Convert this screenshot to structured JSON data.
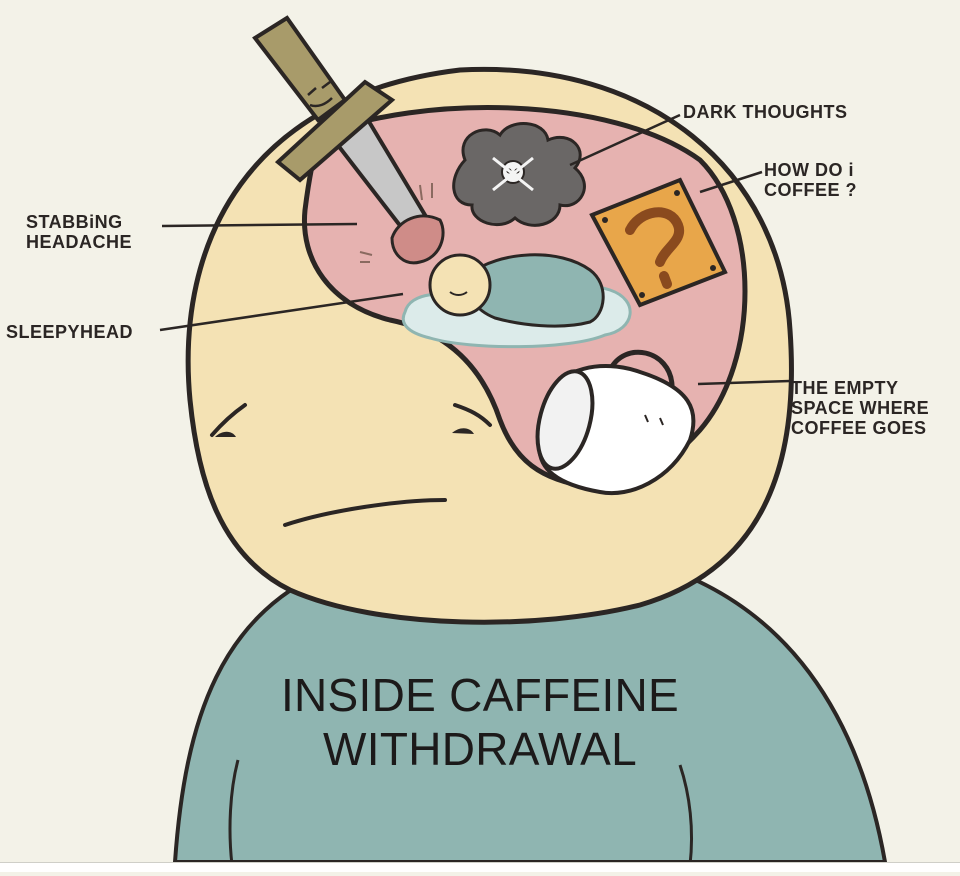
{
  "labels": {
    "dark_thoughts": "DARK THOUGHTS",
    "how_do_i_1": "HOW DO i",
    "how_do_i_2": "COFFEE ?",
    "stabbing_1": "STABBiNG",
    "stabbing_2": "HEADACHE",
    "sleepyhead": "SLEEPYHEAD",
    "empty_space_1": "THE EMPTY",
    "empty_space_2": "SPACE WHERE",
    "empty_space_3": "COFFEE GOES"
  },
  "caption": {
    "line1": "INSIDE CAFFEINE",
    "line2": "WITHDRAWAL"
  },
  "colors": {
    "background": "#f3f2e8",
    "skin": "#f4e2b4",
    "brain": "#e6b2b0",
    "shirt": "#8fb5b1",
    "outline": "#2b2624"
  }
}
